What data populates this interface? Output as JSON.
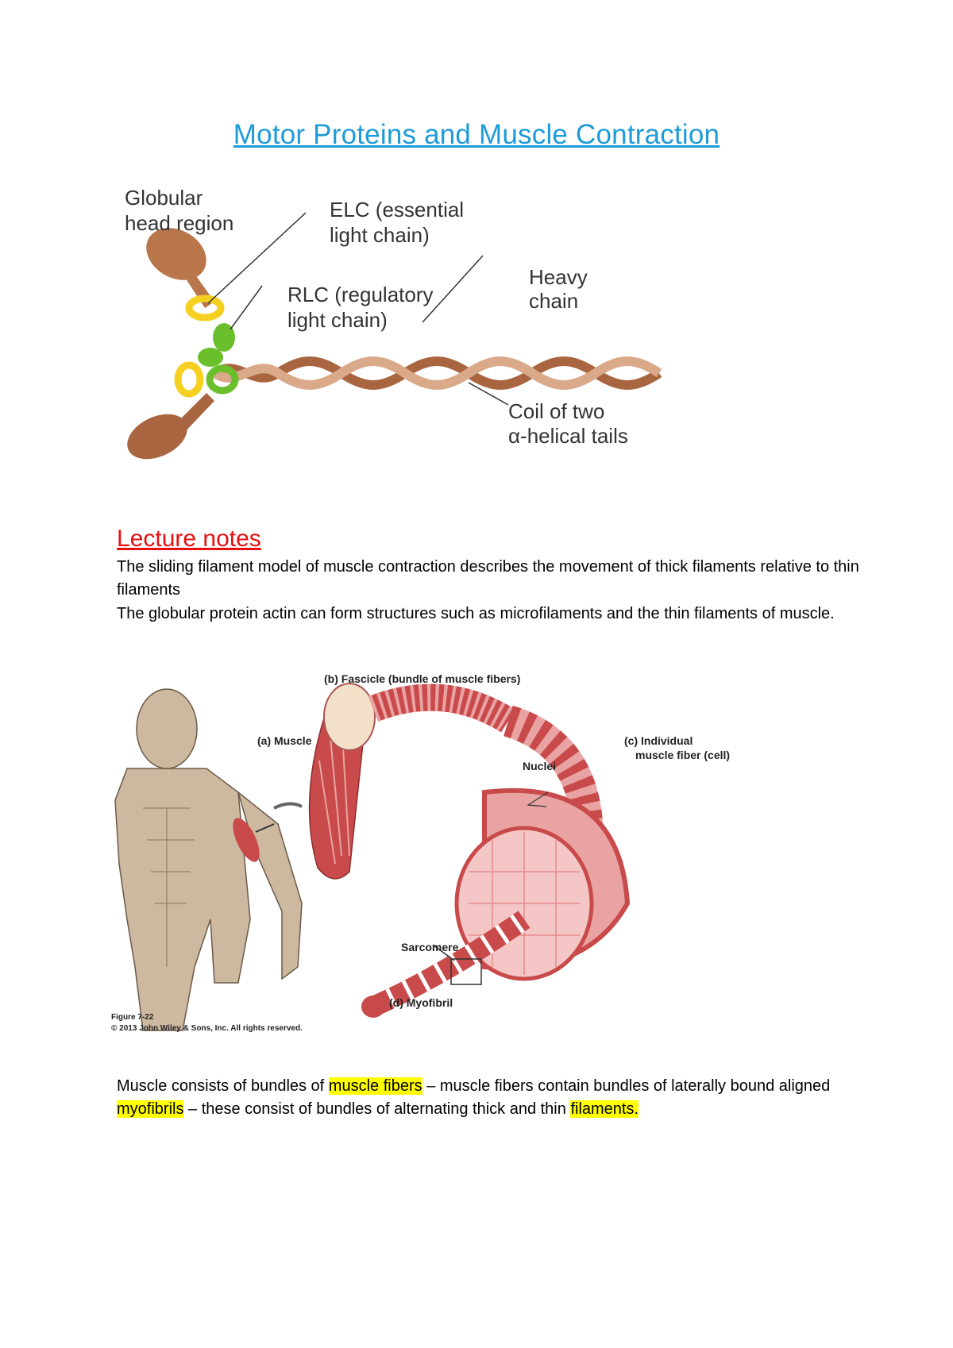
{
  "title": "Motor Proteins and Muscle Contraction",
  "figure1": {
    "labels": {
      "globular_head_1": "Globular",
      "globular_head_2": "head region",
      "elc_1": "ELC (essential",
      "elc_2": "light chain)",
      "rlc_1": "RLC (regulatory",
      "rlc_2": "light chain)",
      "heavy_1": "Heavy",
      "heavy_2": "chain",
      "coil_1": "Coil of two",
      "coil_2": "α-helical tails"
    },
    "colors": {
      "head": "#b8764a",
      "tail_dark": "#a9653f",
      "tail_light": "#d9a98a",
      "elc": "#f5d020",
      "rlc": "#6cbf2c"
    }
  },
  "lecture": {
    "heading": "Lecture notes ",
    "p1": "The sliding filament model of muscle contraction describes the movement of thick filaments relative to thin filaments",
    "p2": "The globular protein actin can form structures such as microfilaments and the thin filaments of muscle."
  },
  "figure2": {
    "labels": {
      "fascicle": "(b) Fascicle (bundle of muscle fibers)",
      "muscle": "(a) Muscle",
      "fiber_1": "(c) Individual",
      "fiber_2": "muscle fiber (cell)",
      "nuclei": "Nuclei",
      "sarcomere": "Sarcomere",
      "myofibril": "(d) Myofibril",
      "figure_caption": "Figure 7-22",
      "copyright": "© 2013 John Wiley & Sons, Inc. All rights reserved."
    },
    "colors": {
      "muscle_red": "#c94a4a",
      "muscle_pink": "#e9a3a3",
      "body_tan": "#cdb8a0"
    }
  },
  "summary": {
    "t1": "Muscle consists of bundles of ",
    "h1": "muscle fibers",
    "t2": " – muscle fibers contain bundles of laterally bound aligned ",
    "h2": "myofibrils",
    "t3": " – these consist of bundles of alternating thick and thin ",
    "h3": "filaments."
  }
}
